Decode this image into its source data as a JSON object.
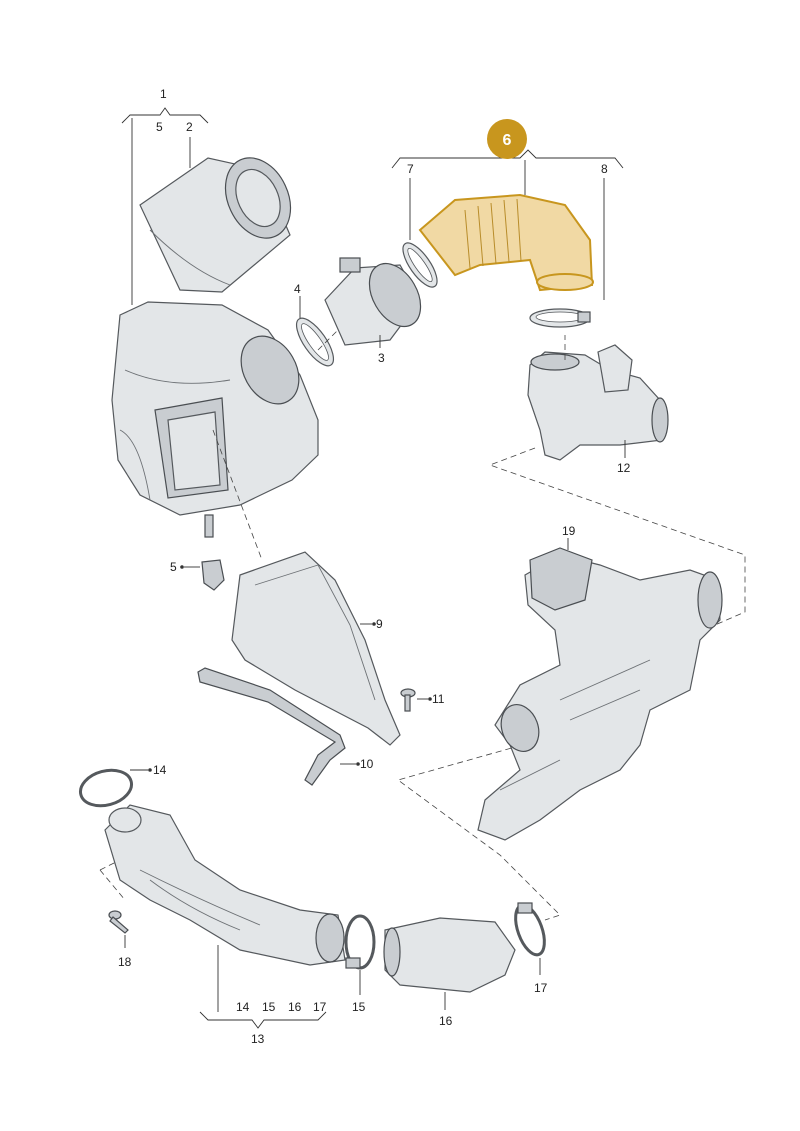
{
  "highlight": {
    "label": "6",
    "color": "#c8961e"
  },
  "callouts": {
    "c1": "1",
    "c1_sub_5": "5",
    "c1_sub_2": "2",
    "c2": "2",
    "c3": "3",
    "c4": "4",
    "c5": "5",
    "c7": "7",
    "c8": "8",
    "c9": "9",
    "c10": "10",
    "c11": "11",
    "c12": "12",
    "c13": "13",
    "c13_sub_14": "14",
    "c13_sub_15": "15",
    "c13_sub_16": "16",
    "c13_sub_17": "17",
    "c14": "14",
    "c15": "15",
    "c16": "16",
    "c17": "17",
    "c18": "18",
    "c19": "19"
  }
}
